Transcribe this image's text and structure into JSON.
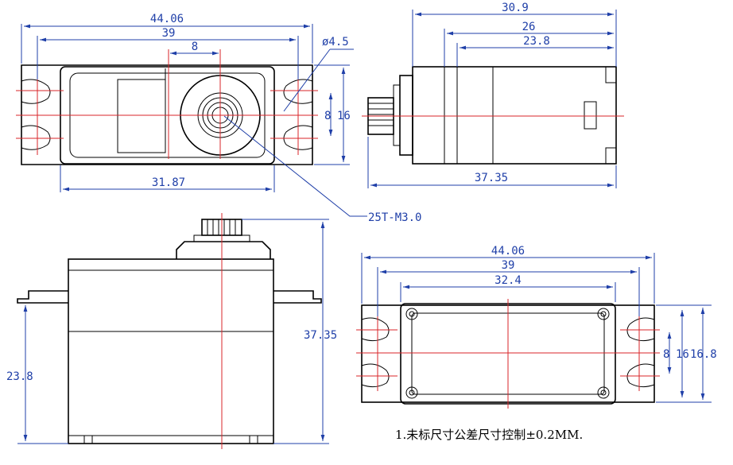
{
  "views": {
    "top": {
      "overall_width": "44.06",
      "hole_pitch": "39",
      "spline_offset": "8",
      "hole_diameter": "ø4.5",
      "hole_spacing_small": "8",
      "tab_height": "16",
      "body_width": "31.87"
    },
    "side": {
      "overall_length": "30.9",
      "dim_a": "26",
      "dim_b": "23.8",
      "total_height": "37.35"
    },
    "front": {
      "spline_callout": "25T-M3.0",
      "total_height": "37.35",
      "flange_height": "23.8"
    },
    "bottom": {
      "overall_width": "44.06",
      "hole_pitch": "39",
      "case_width": "32.4",
      "hole_spacing_small": "8",
      "tab_height": "16",
      "body_height": "16.8"
    }
  },
  "note": "1.未标尺寸公差尺寸控制±0.2MM."
}
